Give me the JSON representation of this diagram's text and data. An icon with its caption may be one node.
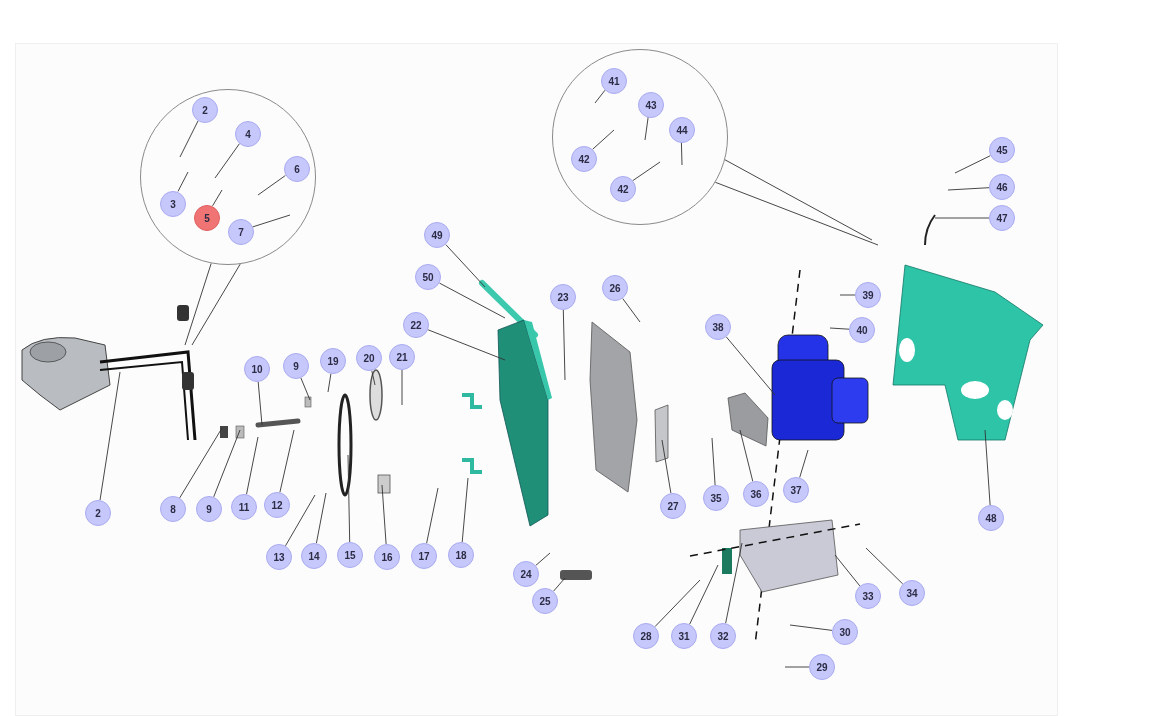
{
  "diagram": {
    "nodes": [
      {
        "text": [],
        "shape": "circle"
      },
      {
        "text": [
          "2"
        ],
        "in": 0
      },
      {
        "text": [
          "4"
        ],
        "in": 0
      },
      {
        "text": [
          "6"
        ],
        "in": 0
      },
      {
        "text": [
          "3"
        ],
        "in": 0
      },
      {
        "text": [
          "5"
        ],
        "in": 0
      },
      {
        "text": [
          "7"
        ],
        "in": 0
      },
      {
        "text": [],
        "shape": "circle"
      },
      {
        "text": [
          "41"
        ],
        "in": 7
      },
      {
        "text": [
          "43"
        ],
        "in": 7
      },
      {
        "text": [
          "44"
        ],
        "in": 7
      },
      {
        "text": [
          "42"
        ],
        "in": 7
      },
      {
        "text": [
          "42"
        ],
        "in": 7
      },
      {
        "text": [
          "45"
        ]
      },
      {
        "text": [
          "46"
        ]
      },
      {
        "text": [
          "47"
        ]
      },
      {
        "text": [
          "49"
        ]
      },
      {
        "text": [
          "50"
        ]
      },
      {
        "text": [
          "23"
        ]
      },
      {
        "text": [
          "26"
        ]
      },
      {
        "text": [
          "22"
        ]
      },
      {
        "text": [
          "38"
        ]
      },
      {
        "text": [
          "39"
        ]
      },
      {
        "text": [
          "40"
        ]
      },
      {
        "text": [
          "10"
        ]
      },
      {
        "text": [
          "9"
        ]
      },
      {
        "text": [
          "19"
        ]
      },
      {
        "text": [
          "20"
        ]
      },
      {
        "text": [
          "21"
        ]
      },
      {
        "text": [
          "2"
        ]
      },
      {
        "text": [
          "8"
        ]
      },
      {
        "text": [
          "9"
        ]
      },
      {
        "text": [
          "11"
        ]
      },
      {
        "text": [
          "12"
        ]
      },
      {
        "text": [
          "13"
        ]
      },
      {
        "text": [
          "14"
        ]
      },
      {
        "text": [
          "15"
        ]
      },
      {
        "text": [
          "16"
        ]
      },
      {
        "text": [
          "17"
        ]
      },
      {
        "text": [
          "18"
        ]
      },
      {
        "text": [
          "27"
        ]
      },
      {
        "text": [
          "35"
        ]
      },
      {
        "text": [
          "36"
        ]
      },
      {
        "text": [
          "37"
        ]
      },
      {
        "text": [
          "48"
        ]
      },
      {
        "text": [
          "24"
        ]
      },
      {
        "text": [
          "25"
        ]
      },
      {
        "text": [
          "28"
        ]
      },
      {
        "text": [
          "31"
        ]
      },
      {
        "text": [
          "32"
        ]
      },
      {
        "text": [
          "33"
        ]
      },
      {
        "text": [
          "34"
        ]
      },
      {
        "text": [
          "30"
        ]
      },
      {
        "text": [
          "29"
        ]
      }
    ],
    "edges": [
      {
        "from": 0,
        "to": null,
        "arrow": "none"
      },
      {
        "from": 0,
        "to": null,
        "arrow": "none"
      },
      {
        "from": 7,
        "to": null,
        "arrow": "none"
      },
      {
        "from": 7,
        "to": null,
        "arrow": "none"
      },
      {
        "from": 1,
        "to": null,
        "arrow": "none"
      },
      {
        "from": 2,
        "to": null,
        "arrow": "none"
      },
      {
        "from": 3,
        "to": null,
        "arrow": "none"
      },
      {
        "from": 4,
        "to": null,
        "arrow": "none"
      },
      {
        "from": 5,
        "to": null,
        "arrow": "none"
      },
      {
        "from": 6,
        "to": null,
        "arrow": "none"
      },
      {
        "from": 8,
        "to": null,
        "arrow": "none"
      },
      {
        "from": 9,
        "to": null,
        "arrow": "none"
      },
      {
        "from": 10,
        "to": null,
        "arrow": "none"
      },
      {
        "from": 11,
        "to": null,
        "arrow": "none"
      },
      {
        "from": 12,
        "to": null,
        "arrow": "none"
      },
      {
        "from": 13,
        "to": null,
        "arrow": "none"
      },
      {
        "from": 14,
        "to": null,
        "arrow": "none"
      },
      {
        "from": 15,
        "to": null,
        "arrow": "none"
      },
      {
        "from": 16,
        "to": null,
        "arrow": "none"
      },
      {
        "from": 17,
        "to": null,
        "arrow": "none"
      },
      {
        "from": 18,
        "to": null,
        "arrow": "none"
      },
      {
        "from": 19,
        "to": null,
        "arrow": "none"
      },
      {
        "from": 20,
        "to": null,
        "arrow": "none"
      },
      {
        "from": 21,
        "to": null,
        "arrow": "none"
      },
      {
        "from": 22,
        "to": null,
        "arrow": "none"
      },
      {
        "from": 23,
        "to": null,
        "arrow": "none"
      },
      {
        "from": 24,
        "to": null,
        "arrow": "none"
      },
      {
        "from": 25,
        "to": null,
        "arrow": "none"
      },
      {
        "from": 26,
        "to": null,
        "arrow": "none"
      },
      {
        "from": 27,
        "to": null,
        "arrow": "none"
      },
      {
        "from": 28,
        "to": null,
        "arrow": "none"
      },
      {
        "from": 29,
        "to": null,
        "arrow": "none"
      },
      {
        "from": 30,
        "to": null,
        "arrow": "none"
      },
      {
        "from": 31,
        "to": null,
        "arrow": "none"
      },
      {
        "from": 32,
        "to": null,
        "arrow": "none"
      },
      {
        "from": 33,
        "to": null,
        "arrow": "none"
      },
      {
        "from": 34,
        "to": null,
        "arrow": "none"
      },
      {
        "from": 35,
        "to": null,
        "arrow": "none"
      },
      {
        "from": 36,
        "to": null,
        "arrow": "none"
      },
      {
        "from": 37,
        "to": null,
        "arrow": "none"
      },
      {
        "from": 38,
        "to": null,
        "arrow": "none"
      },
      {
        "from": 39,
        "to": null,
        "arrow": "none"
      },
      {
        "from": 40,
        "to": null,
        "arrow": "none"
      },
      {
        "from": 41,
        "to": null,
        "arrow": "none"
      },
      {
        "from": 42,
        "to": null,
        "arrow": "none"
      },
      {
        "from": 43,
        "to": null,
        "arrow": "none"
      },
      {
        "from": 44,
        "to": null,
        "arrow": "none"
      },
      {
        "from": 45,
        "to": null,
        "arrow": "none"
      },
      {
        "from": 46,
        "to": null,
        "arrow": "none"
      },
      {
        "from": 47,
        "to": null,
        "arrow": "none"
      },
      {
        "from": 48,
        "to": null,
        "arrow": "none"
      },
      {
        "from": 49,
        "to": null,
        "arrow": "none"
      },
      {
        "from": 50,
        "to": null,
        "arrow": "none"
      },
      {
        "from": 51,
        "to": null,
        "arrow": "none"
      },
      {
        "from": 52,
        "to": null,
        "arrow": "none"
      },
      {
        "from": 53,
        "to": null,
        "arrow": "none"
      }
    ]
  }
}
